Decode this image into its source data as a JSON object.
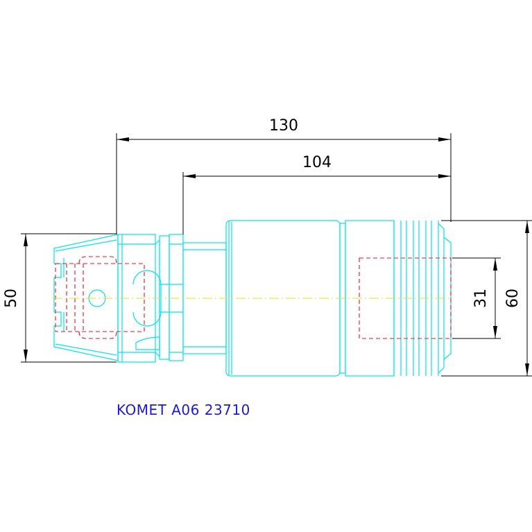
{
  "dimensions": {
    "overall_length": "130",
    "shank_length": "104",
    "flange_diameter": "50",
    "bore_diameter": "31",
    "body_diameter": "60"
  },
  "caption": "KOMET A06 23710",
  "colors": {
    "outline": "#00e5f0",
    "hidden_lines": "#e8142a",
    "center_line": "#f0e000",
    "dimension_lines": "#000000",
    "caption": "#1a1ad8"
  }
}
